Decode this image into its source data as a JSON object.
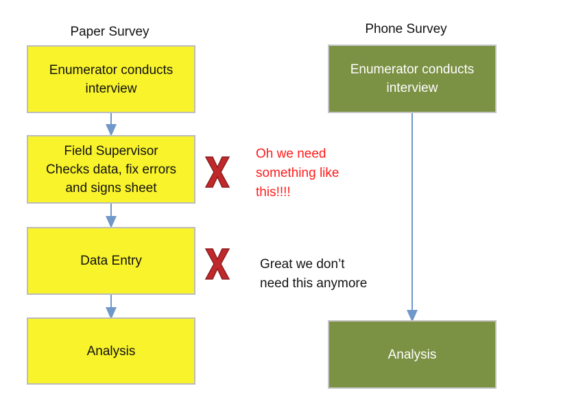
{
  "paper": {
    "title": "Paper Survey",
    "boxes": [
      "Enumerator conducts\ninterview",
      "Field Supervisor\nChecks data, fix errors\nand signs sheet",
      "Data Entry",
      "Analysis"
    ],
    "color": "#f8f32b"
  },
  "phone": {
    "title": "Phone Survey",
    "boxes": [
      "Enumerator conducts\ninterview",
      "Analysis"
    ],
    "color": "#7b9144"
  },
  "notes": {
    "supervisor": "Oh we need\nsomething like\nthis!!!!",
    "data_entry": "Great we don’t\nneed this anymore"
  },
  "colors": {
    "note_red": "#ff1a1a",
    "x_mark": "#c0292b",
    "arrow": "#6f98c8"
  },
  "icons": [
    "x-mark-icon",
    "x-mark-icon"
  ]
}
